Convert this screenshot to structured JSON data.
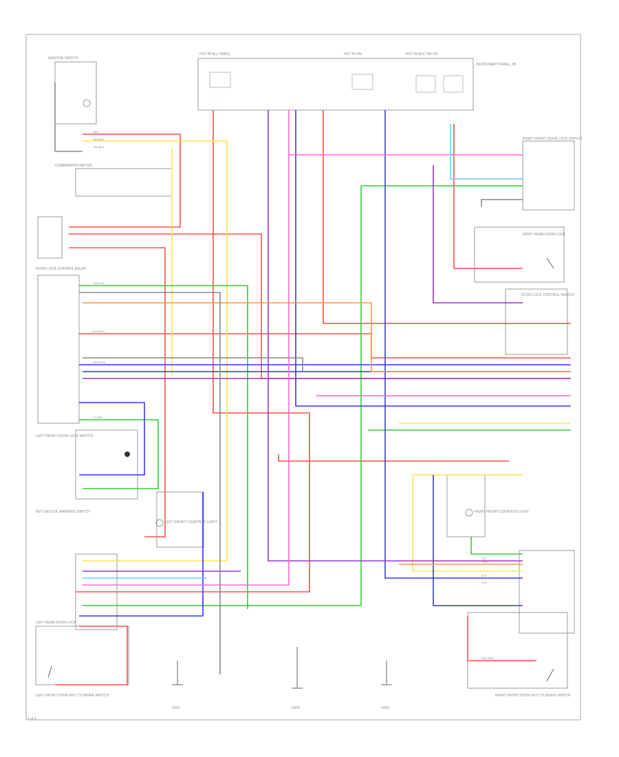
{
  "diagram": {
    "components": {
      "ignition_switch": "IGNITION SWITCH",
      "combination_meter": "COMBINATION METER",
      "instrument_panel_jb": "INSTRUMENT PANEL J/B",
      "door_lock_control_relay": "DOOR LOCK CONTROL RELAY",
      "left_front_door_lock_switch": "LEFT FRONT DOOR LOCK SWITCH",
      "left_rear_door_lock": "LEFT REAR DOOR LOCK",
      "right_front_door_lock_switch": "RIGHT FRONT DOOR LOCK SWITCH",
      "right_rear_door_lock": "RIGHT REAR DOOR LOCK",
      "door_lock_control_switch": "DOOR LOCK CONTROL SWITCH",
      "key_unlock_warning_switch": "KEY UNLOCK WARNING SWITCH",
      "left_front_door_key_cylinder_switch": "LEFT FRONT DOOR KEY CYLINDER SWITCH",
      "right_front_door_key_cylinder_switch": "RIGHT FRONT DOOR KEY CYLINDER SWITCH",
      "left_front_courtesy_light": "LEFT FRONT COURTESY LIGHT",
      "right_front_courtesy_light": "RIGHT FRONT COURTESY LIGHT",
      "ground_left": "G201",
      "ground_center": "G202",
      "ground_right": "G203",
      "page_ref": "1 of 2"
    },
    "fuse_labels": [
      "HOT AT ALL TIMES",
      "HOT IN ON",
      "HOT IN ACC OR ON"
    ],
    "wire_labels": [
      "RED",
      "RED/BLK",
      "YEL/BLK",
      "GRN/YEL",
      "BLU/RED",
      "WHT/RED",
      "LT GRN",
      "VIO",
      "BLK",
      "PNK",
      "ORN",
      "GRY/RED"
    ],
    "wire_colors": {
      "red": "#ff4d4d",
      "yellow": "#ffe34d",
      "green": "#33cc33",
      "blue": "#3333ff",
      "purple": "#9933cc",
      "pink": "#ff66cc",
      "orange": "#ff9933",
      "lightblue": "#66ccff",
      "gray": "#888888",
      "black": "#333333",
      "brown": "#996633"
    }
  }
}
